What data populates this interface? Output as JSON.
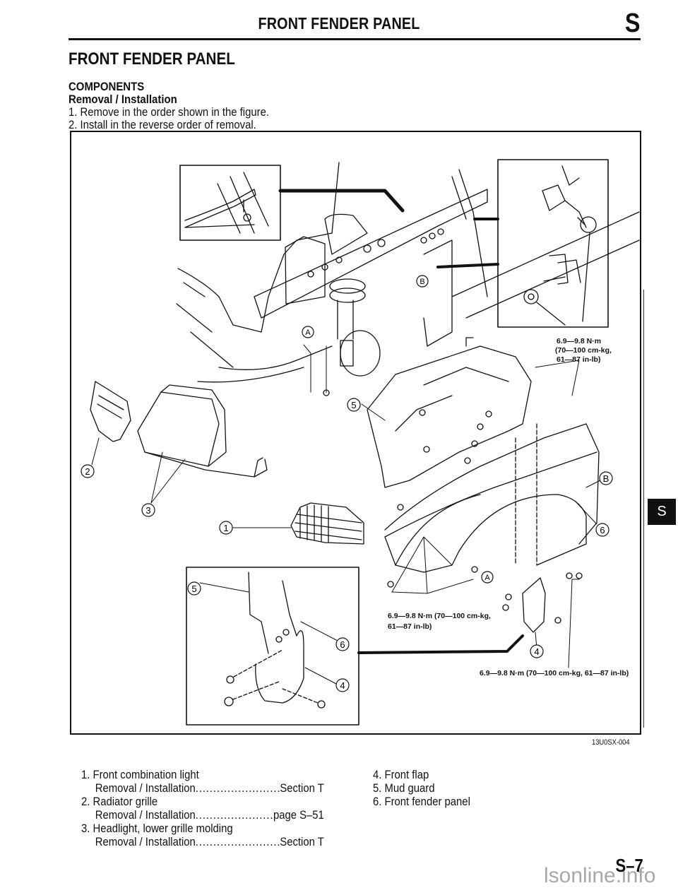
{
  "header": {
    "running_title": "FRONT FENDER PANEL",
    "section_letter": "S"
  },
  "section": {
    "title": "FRONT FENDER PANEL",
    "subtitle": "COMPONENTS",
    "procedure_title": "Removal / Installation",
    "steps": [
      "1. Remove in the order shown in the figure.",
      "2. Install in the reverse order of removal."
    ]
  },
  "figure": {
    "code": "13U0SX-004",
    "callouts": {
      "c1": "1",
      "c2": "2",
      "c3": "3",
      "c4": "4",
      "c5": "5",
      "c6": "6",
      "a": "A",
      "b": "B"
    },
    "torque_specs": {
      "upper_right": [
        "6.9—9.8 N·m",
        "(70—100 cm-kg,",
        "61—87 in-lb)"
      ],
      "lower_middle": [
        "6.9—9.8 N·m (70—100 cm-kg,",
        "61—87 in-lb)"
      ],
      "lower_right": "6.9—9.8 N·m (70—100 cm-kg, 61—87 in-lb)"
    }
  },
  "legend": {
    "left": [
      {
        "label": "1. Front combination light",
        "ref_label": "Removal / Installation",
        "ref": "Section T"
      },
      {
        "label": "2. Radiator grille",
        "ref_label": "Removal / Installation",
        "ref": "page S–51"
      },
      {
        "label": "3. Headlight, lower grille molding",
        "ref_label": "Removal / Installation",
        "ref": "Section T"
      }
    ],
    "right": [
      "4. Front flap",
      "5. Mud guard",
      "6. Front fender panel"
    ]
  },
  "footer": {
    "page_number": "S–7",
    "side_tab": "S",
    "watermark": "lsonline.info"
  }
}
